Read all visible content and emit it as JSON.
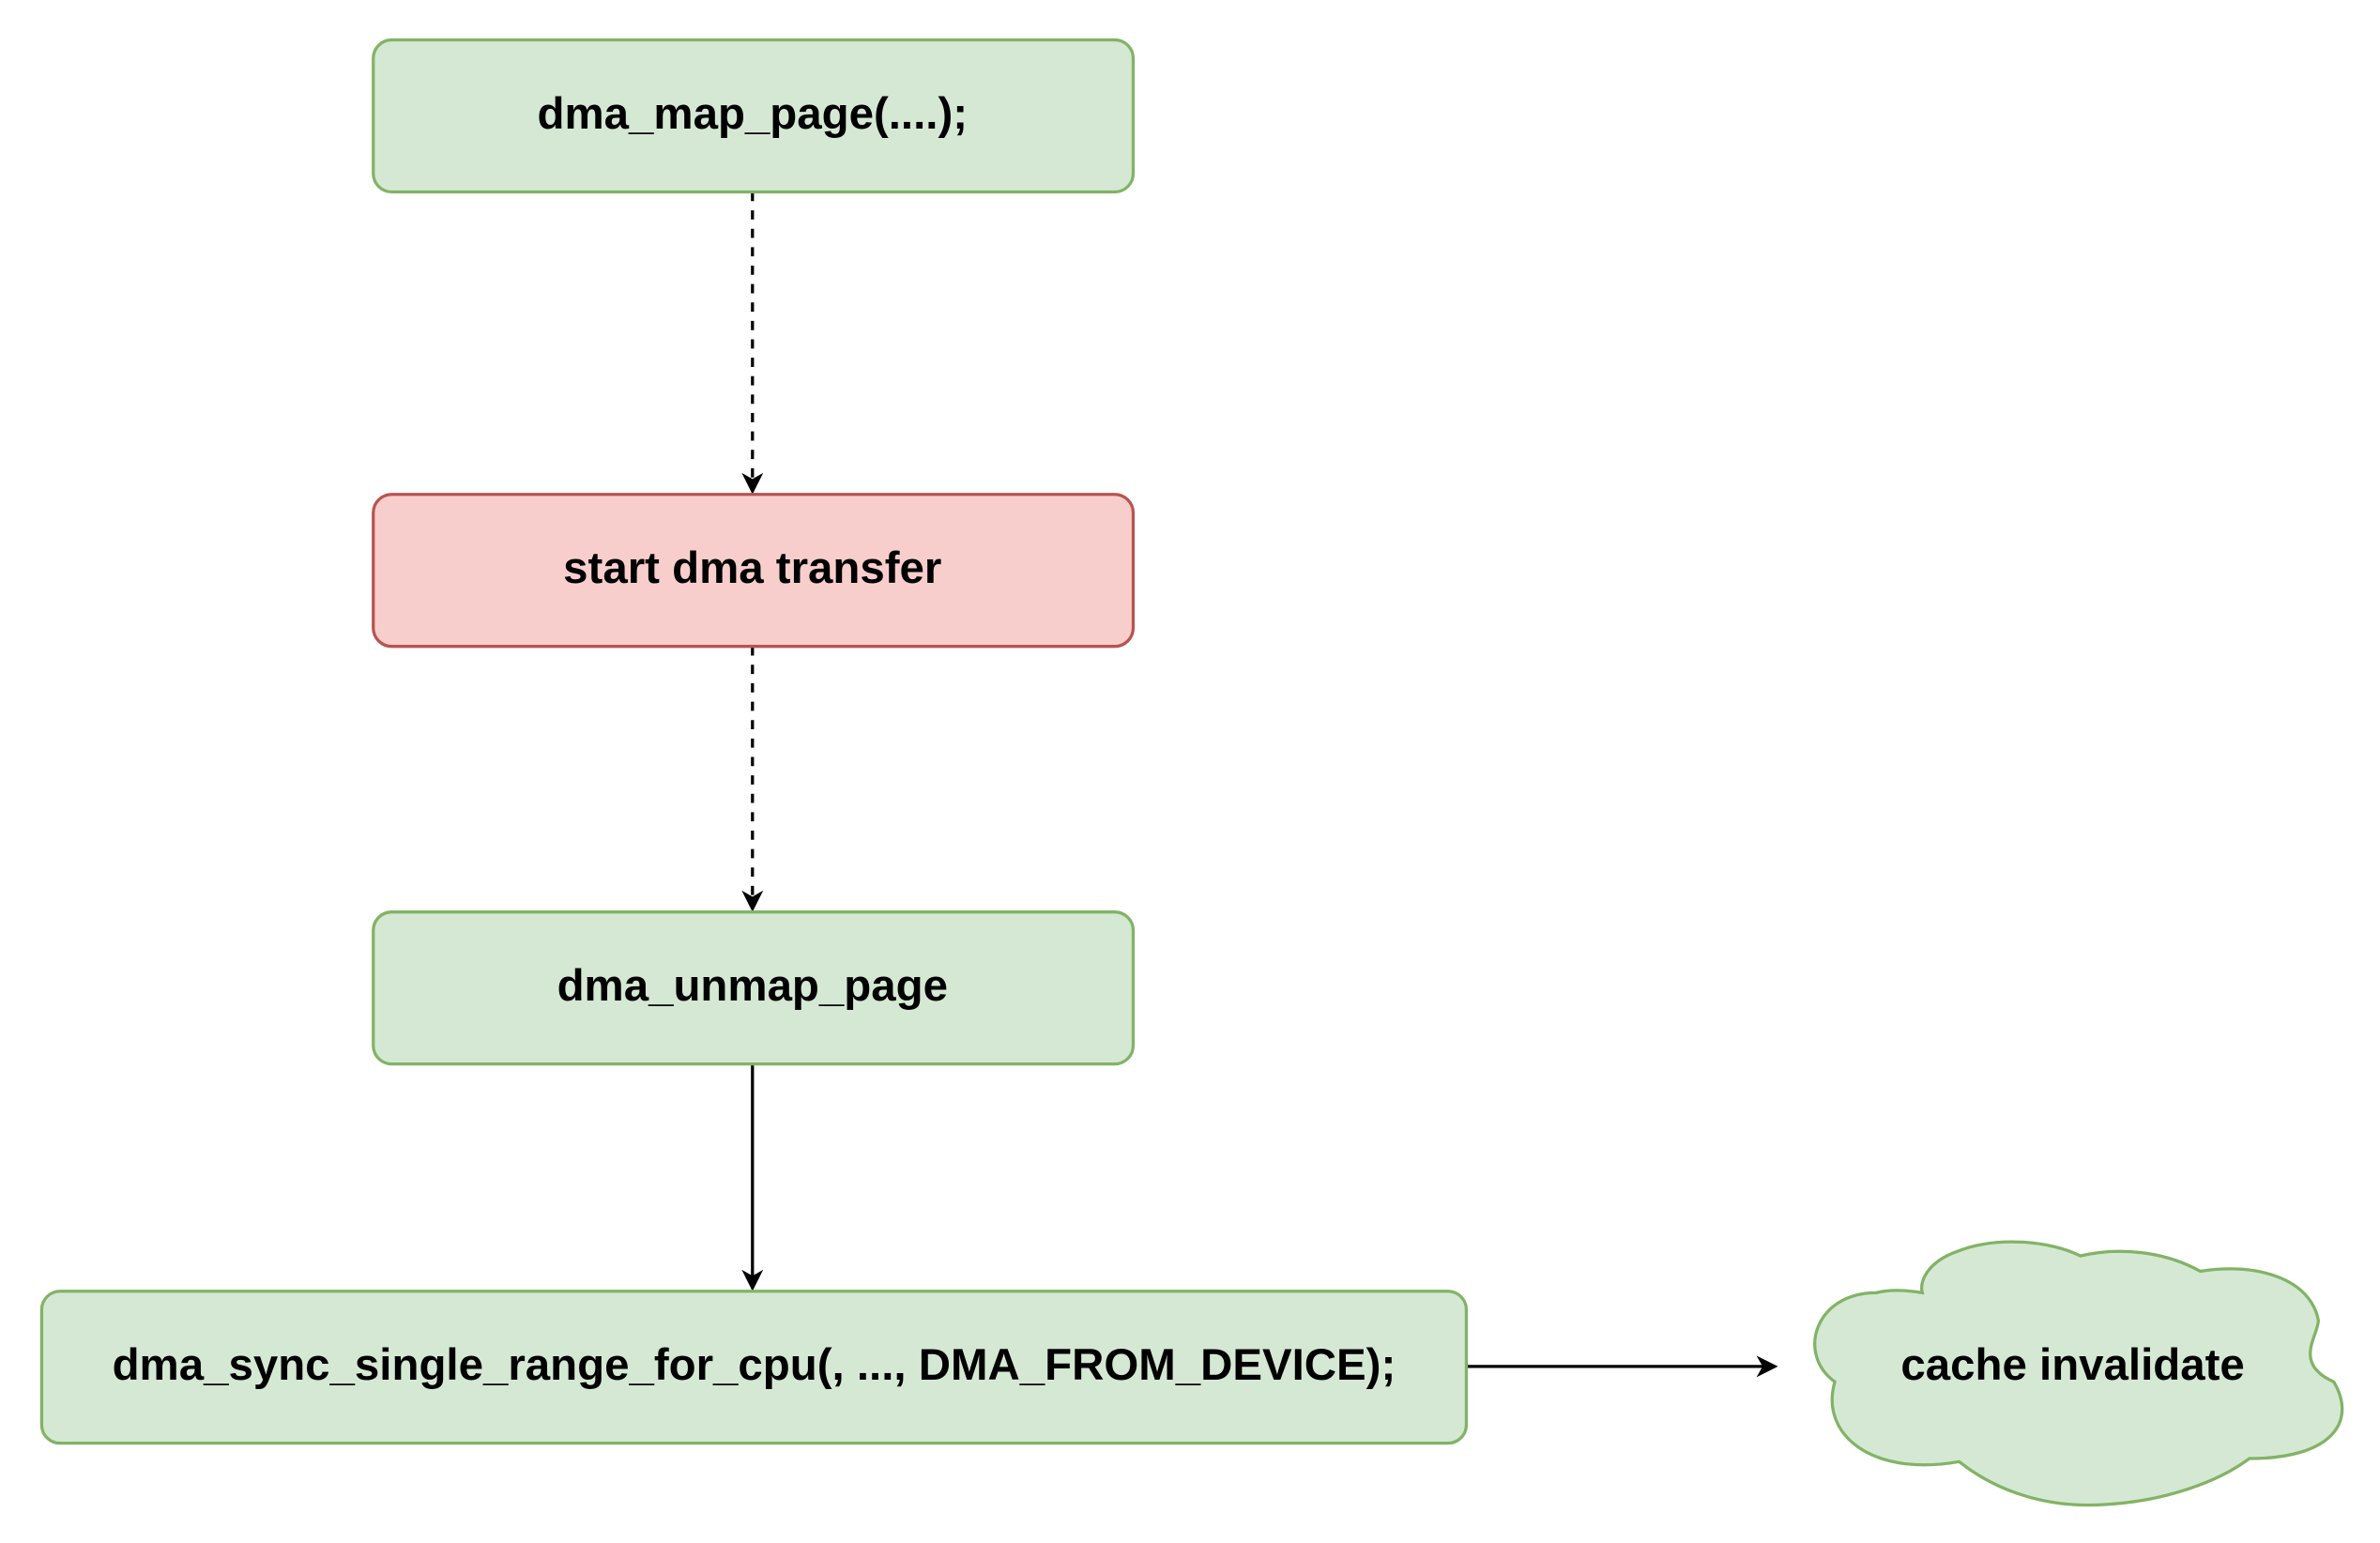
{
  "diagram": {
    "nodes": {
      "map": {
        "label": "dma_map_page(....);",
        "fill": "#d5e8d4",
        "stroke": "#82b366"
      },
      "start": {
        "label": "start dma transfer",
        "fill": "#f8cecc",
        "stroke": "#b85450"
      },
      "unmap": {
        "label": "dma_unmap_page",
        "fill": "#d5e8d4",
        "stroke": "#82b366"
      },
      "sync": {
        "label": "dma_sync_single_range_for_cpu(, ..., DMA_FROM_DEVICE);",
        "fill": "#d5e8d4",
        "stroke": "#82b366"
      },
      "cache": {
        "label": "cache invalidate",
        "fill": "#d5e8d4",
        "stroke": "#82b366"
      }
    },
    "edges": [
      {
        "from": "map",
        "to": "start",
        "style": "dashed"
      },
      {
        "from": "start",
        "to": "unmap",
        "style": "dashed"
      },
      {
        "from": "unmap",
        "to": "sync",
        "style": "solid"
      },
      {
        "from": "sync",
        "to": "cache",
        "style": "solid"
      }
    ]
  }
}
